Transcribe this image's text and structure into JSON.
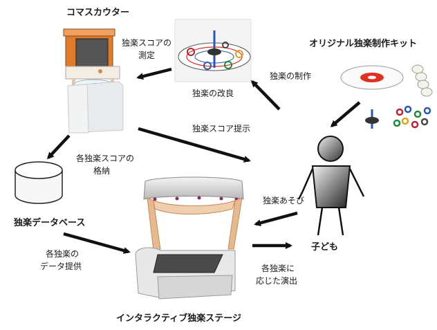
{
  "titles": {
    "counter": "コマスカウター",
    "kit": "オリジナル独楽制作キット",
    "database": "独楽データベース",
    "stage": "インタラクティブ独楽ステージ",
    "child": "子ども"
  },
  "edge_labels": {
    "measure_1": "独楽スコアの",
    "measure_2": "測定",
    "improve": "独楽の改良",
    "make": "独楽の制作",
    "present": "独楽スコア提示",
    "store_1": "各独楽スコアの",
    "store_2": "格納",
    "play": "独楽あそび",
    "provide_1": "各独楽の",
    "provide_2": "データ提供",
    "effect_1": "各独楽に",
    "effect_2": "応じた演出"
  },
  "colors": {
    "arrow": "#111111",
    "counter_orange": "#e07b2a",
    "stage_wood": "#e6b98e",
    "stage_roof": "#d9d9d9",
    "disc_red": "#e03020",
    "top_blue": "#2a55b0"
  }
}
